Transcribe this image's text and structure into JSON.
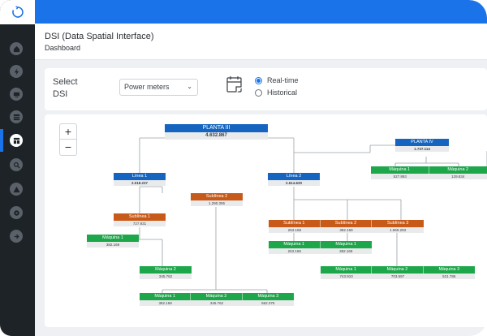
{
  "header": {
    "title": "DSI (Data Spatial Interface)",
    "subtitle": "Dashboard"
  },
  "sidebar": {
    "items": [
      {
        "icon": "home-icon"
      },
      {
        "icon": "power-icon"
      },
      {
        "icon": "monitor-icon"
      },
      {
        "icon": "grid-icon"
      },
      {
        "icon": "dashboard-icon",
        "active": true
      },
      {
        "icon": "search-icon"
      },
      {
        "icon": "warning-icon"
      },
      {
        "icon": "settings-icon"
      },
      {
        "icon": "logout-icon"
      }
    ]
  },
  "filter": {
    "select_label": "Select DSI",
    "select_value": "Power meters",
    "radio_realtime": "Real-time",
    "radio_historical": "Historical",
    "selected": "Real-time"
  },
  "diagram": {
    "zoom_in": "+",
    "zoom_out": "−",
    "planta3": {
      "name": "PLANTA III",
      "value": "4.632.867"
    },
    "planta4": {
      "name": "PLANTA IV",
      "value": "1.737.114"
    },
    "p4_m1": {
      "name": "Máquina 1",
      "value": "527.893"
    },
    "p4_m2": {
      "name": "Máquina 2",
      "value": "129.834"
    },
    "linea1": {
      "name": "Línea 1",
      "value": "2.018.237"
    },
    "linea2": {
      "name": "Línea 2",
      "value": "2.614.630"
    },
    "l1_sub1": {
      "name": "Sublínea 1",
      "value": "727.931"
    },
    "l1_sub2": {
      "name": "Sublínea 2",
      "value": "1.290.306"
    },
    "l1_s1_m1": {
      "name": "Máquina 1",
      "value": "382.169"
    },
    "l1_s1_m2": {
      "name": "Máquina 2",
      "value": "345.762"
    },
    "l1_bottom": [
      {
        "name": "Máquina 1",
        "value": "382.169"
      },
      {
        "name": "Máquina 2",
        "value": "345.762"
      },
      {
        "name": "Máquina 3",
        "value": "562.375"
      }
    ],
    "l2_subs": [
      {
        "name": "Sublínea 1",
        "value": "263.168"
      },
      {
        "name": "Sublínea 2",
        "value": "382.169"
      },
      {
        "name": "Sublínea 3",
        "value": "1.969.293"
      }
    ],
    "l2_s1_machines": [
      {
        "name": "Máquina 1",
        "value": "263.168"
      },
      {
        "name": "Máquina 1",
        "value": "382.169"
      }
    ],
    "l2_s3_machines": [
      {
        "name": "Máquina 1",
        "value": "743.910"
      },
      {
        "name": "Máquina 2",
        "value": "703.597"
      },
      {
        "name": "Máquina 3",
        "value": "521.786"
      }
    ]
  },
  "colors": {
    "primary": "#1a73e8",
    "blue_node": "#1565c0",
    "orange_node": "#c85a19",
    "green_node": "#1ea64b",
    "sidebar": "#1e2328"
  }
}
